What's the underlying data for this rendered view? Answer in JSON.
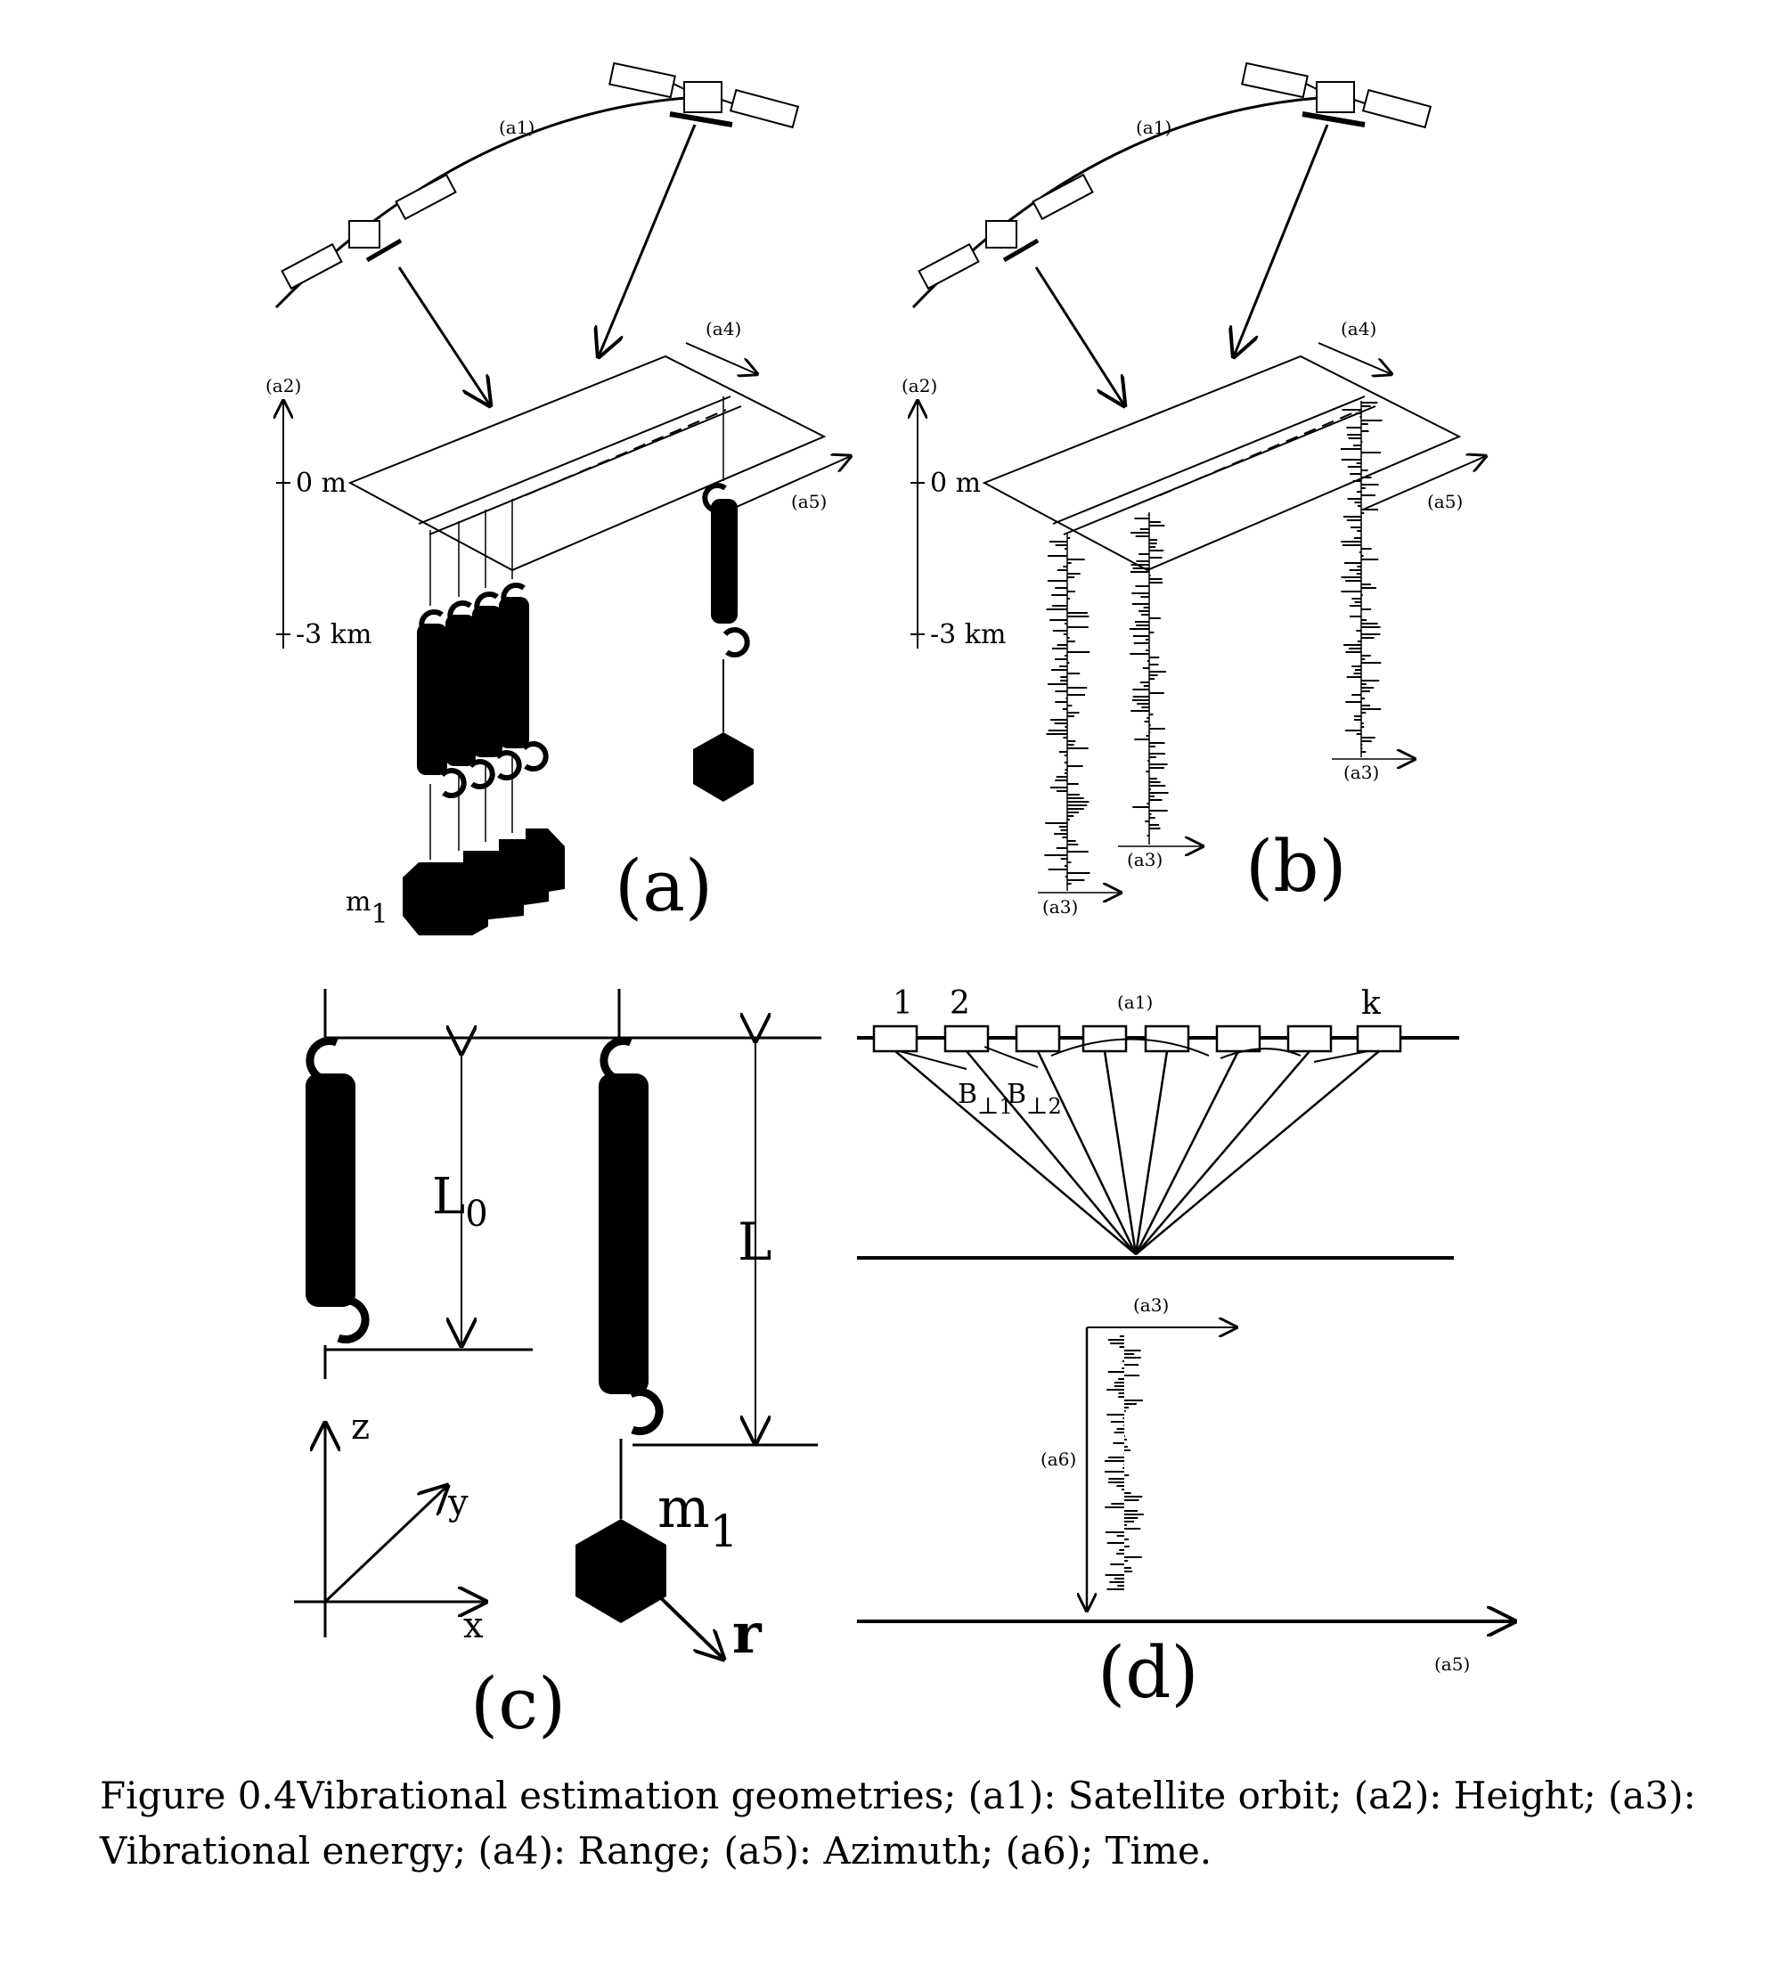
{
  "panels": {
    "a": {
      "panel_label": "(a)",
      "orbit_label": "(a1)",
      "height_label": "(a2)",
      "range_label": "(a4)",
      "azimuth_label": "(a5)",
      "tick_top": "0 m",
      "tick_bottom": "-3 km",
      "mass_label": "m",
      "mass_subscript": "1"
    },
    "b": {
      "panel_label": "(b)",
      "orbit_label": "(a1)",
      "height_label": "(a2)",
      "range_label": "(a4)",
      "azimuth_label": "(a5)",
      "tick_top": "0 m",
      "tick_bottom": "-3 km",
      "energy_label": "(a3)"
    },
    "c": {
      "panel_label": "(c)",
      "rest_length": "L",
      "rest_length_subscript": "0",
      "stretched_length": "L",
      "mass_label": "m",
      "mass_subscript": "1",
      "displacement_label": "r",
      "axis_x": "x",
      "axis_y": "y",
      "axis_z": "z"
    },
    "d": {
      "panel_label": "(d)",
      "orbit_label": "(a1)",
      "first_index": "1",
      "second_index": "2",
      "last_index": "k",
      "baseline_label": "B",
      "baseline_perp": "⊥",
      "baseline_sub_1": "1",
      "baseline_sub_2": "2",
      "energy_label": "(a3)",
      "time_label": "(a6)",
      "azimuth_label": "(a5)"
    }
  },
  "caption": "Figure 0.4Vibrational estimation geometries; (a1): Satellite orbit; (a2): Height; (a3): Vibrational energy; (a4): Range; (a5): Azimuth; (a6); Time."
}
